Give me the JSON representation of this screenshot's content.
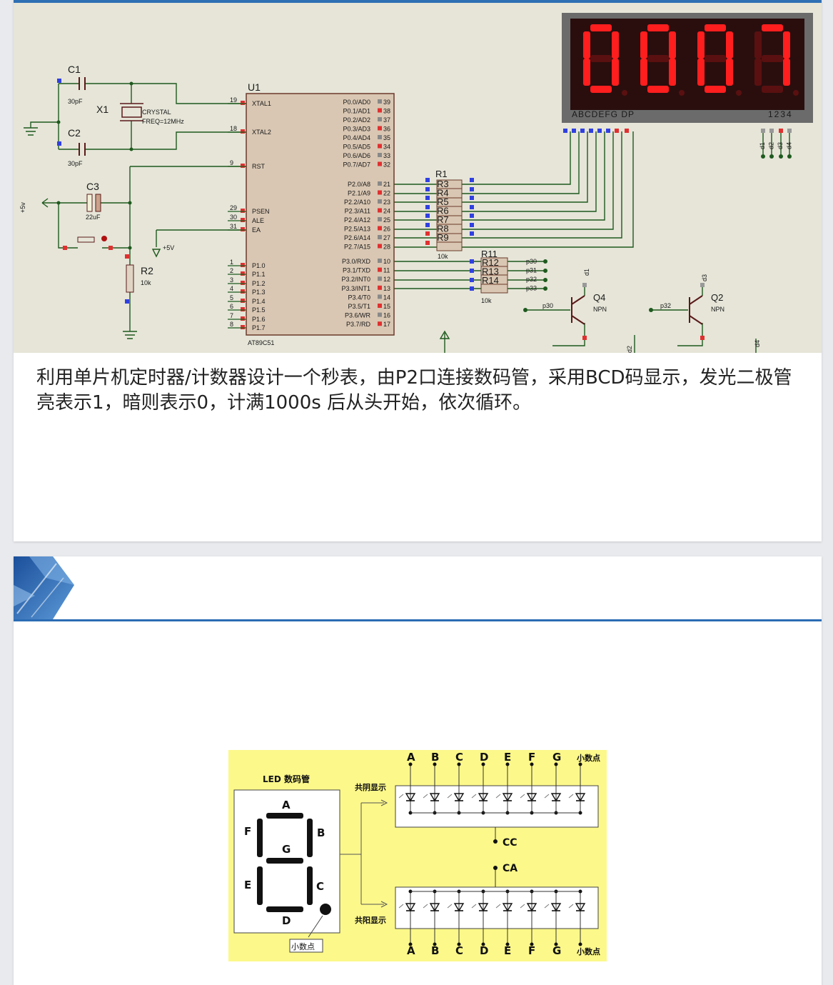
{
  "slide1": {
    "schematic": {
      "components": {
        "c1": "C1",
        "c1_val": "30pF",
        "c2": "C2",
        "c2_val": "30pF",
        "x1": "X1",
        "crystal": "CRYSTAL",
        "freq": "FREQ=12MHz",
        "c3": "C3",
        "c3_val": "22uF",
        "r2": "R2",
        "r2_val": "10k",
        "u1": "U1",
        "chip": "AT89C51",
        "r1": "R1",
        "r1_val": "10k",
        "r11": "R11",
        "r11_val": "10k",
        "q4": "Q4",
        "q2": "Q2",
        "npn": "NPN",
        "vcc": "+5v",
        "vcc2": "+5V"
      },
      "left_pins": [
        {
          "num": "19",
          "name": "XTAL1"
        },
        {
          "num": "18",
          "name": "XTAL2"
        },
        {
          "num": "9",
          "name": "RST"
        },
        {
          "num": "29",
          "name": "PSEN"
        },
        {
          "num": "30",
          "name": "ALE"
        },
        {
          "num": "31",
          "name": "EA"
        },
        {
          "num": "1",
          "name": "P1.0"
        },
        {
          "num": "2",
          "name": "P1.1"
        },
        {
          "num": "3",
          "name": "P1.2"
        },
        {
          "num": "4",
          "name": "P1.3"
        },
        {
          "num": "5",
          "name": "P1.4"
        },
        {
          "num": "6",
          "name": "P1.5"
        },
        {
          "num": "7",
          "name": "P1.6"
        },
        {
          "num": "8",
          "name": "P1.7"
        }
      ],
      "right_pins_p0": [
        {
          "num": "39",
          "name": "P0.0/AD0"
        },
        {
          "num": "38",
          "name": "P0.1/AD1"
        },
        {
          "num": "37",
          "name": "P0.2/AD2"
        },
        {
          "num": "36",
          "name": "P0.3/AD3"
        },
        {
          "num": "35",
          "name": "P0.4/AD4"
        },
        {
          "num": "34",
          "name": "P0.5/AD5"
        },
        {
          "num": "33",
          "name": "P0.6/AD6"
        },
        {
          "num": "32",
          "name": "P0.7/AD7"
        }
      ],
      "right_pins_p2": [
        {
          "num": "21",
          "name": "P2.0/A8"
        },
        {
          "num": "22",
          "name": "P2.1/A9"
        },
        {
          "num": "23",
          "name": "P2.2/A10"
        },
        {
          "num": "24",
          "name": "P2.3/A11"
        },
        {
          "num": "25",
          "name": "P2.4/A12"
        },
        {
          "num": "26",
          "name": "P2.5/A13"
        },
        {
          "num": "27",
          "name": "P2.6/A14"
        },
        {
          "num": "28",
          "name": "P2.7/A15"
        }
      ],
      "right_pins_p3": [
        {
          "num": "10",
          "name": "P3.0/RXD"
        },
        {
          "num": "11",
          "name": "P3.1/TXD"
        },
        {
          "num": "12",
          "name": "P3.2/INT0"
        },
        {
          "num": "13",
          "name": "P3.3/INT1"
        },
        {
          "num": "14",
          "name": "P3.4/T0"
        },
        {
          "num": "15",
          "name": "P3.5/T1"
        },
        {
          "num": "16",
          "name": "P3.6/WR"
        },
        {
          "num": "17",
          "name": "P3.7/RD"
        }
      ],
      "r1_array": [
        "R3",
        "R4",
        "R5",
        "R6",
        "R7",
        "R8",
        "R9"
      ],
      "r11_array": [
        "R12",
        "R13",
        "R14"
      ],
      "p3_nets": [
        "p30",
        "p31",
        "p32",
        "p33"
      ],
      "q4_net": "p30",
      "q2_net": "p32",
      "digit_nets": [
        "d1",
        "d2",
        "d3",
        "d4"
      ],
      "display": {
        "digits": [
          "0",
          "0",
          "0",
          "7"
        ],
        "seg_label": "ABCDEFG  DP",
        "digit_label": "1234",
        "on_color": "#ff1e1e",
        "off_color": "#5a1010"
      }
    },
    "description": "利用单片机定时器/计数器设计一个秒表，由P2口连接数码管，采用BCD码显示，发光二极管亮表示1，暗则表示0，计满1000s 后从头开始，依次循环。"
  },
  "slide2": {
    "figure": {
      "title": "LED 数码管",
      "segments": [
        "A",
        "B",
        "C",
        "D",
        "E",
        "F",
        "G"
      ],
      "decimal_point": "小数点",
      "decimal_callout": "小数点",
      "common_cathode": "共阴显示",
      "common_anode": "共阳显示",
      "cc": "CC",
      "ca": "CA"
    }
  }
}
